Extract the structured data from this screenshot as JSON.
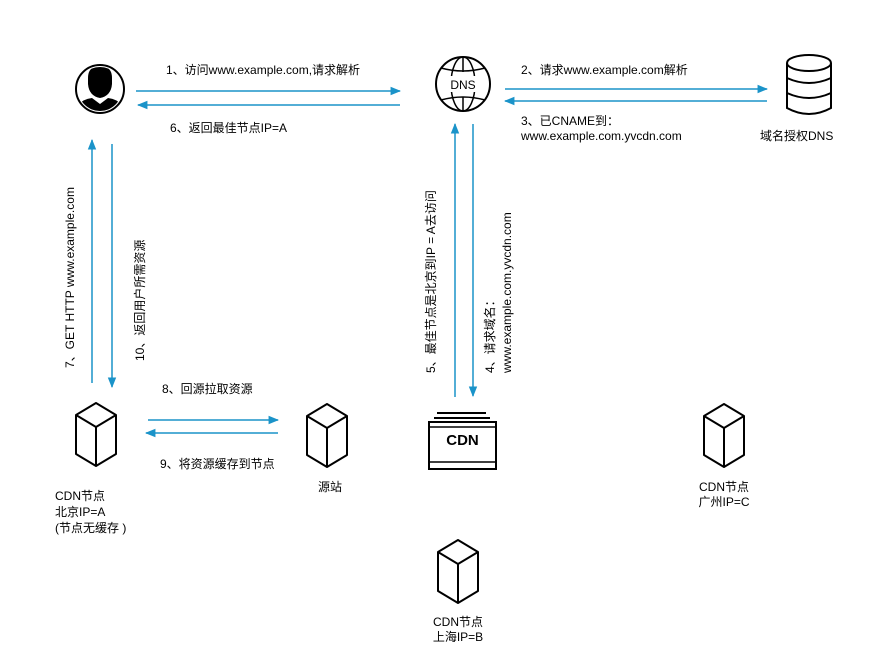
{
  "steps": {
    "s1": "1、访问www.example.com,请求解析",
    "s2": "2、请求www.example.com解析",
    "s3_line1": "3、已CNAME到：",
    "s3_line2": "www.example.com.yvcdn.com",
    "s4_line1": "4、请求域名：",
    "s4_line2": "www.example.com.yvcdn.com",
    "s5": "5、最佳节点是北京到IP = A去访问",
    "s6": "6、返回最佳节点IP=A",
    "s7": "7、GET HTTP  www.example.com",
    "s8": "8、回源拉取资源",
    "s9": "9、将资源缓存到节点",
    "s10": "10、返回用户所需资源"
  },
  "nodes": {
    "dns": "DNS",
    "auth_dns": "域名授权DNS",
    "cdn_center": "CDN",
    "origin": "源站",
    "beijing_line1": "CDN节点",
    "beijing_line2": "北京IP=A",
    "beijing_line3": "(节点无缓存 )",
    "guangzhou_line1": "CDN节点",
    "guangzhou_line2": "广州IP=C",
    "shanghai_line1": "CDN节点",
    "shanghai_line2": "上海IP=B"
  },
  "icons": {
    "user": "user-avatar-icon",
    "dns": "globe-icon",
    "auth_dns": "database-icon",
    "server": "server-cube-icon",
    "cdn": "cdn-box-icon"
  },
  "colors": {
    "arrow": "#1a93c9",
    "icon_stroke": "#000000"
  }
}
